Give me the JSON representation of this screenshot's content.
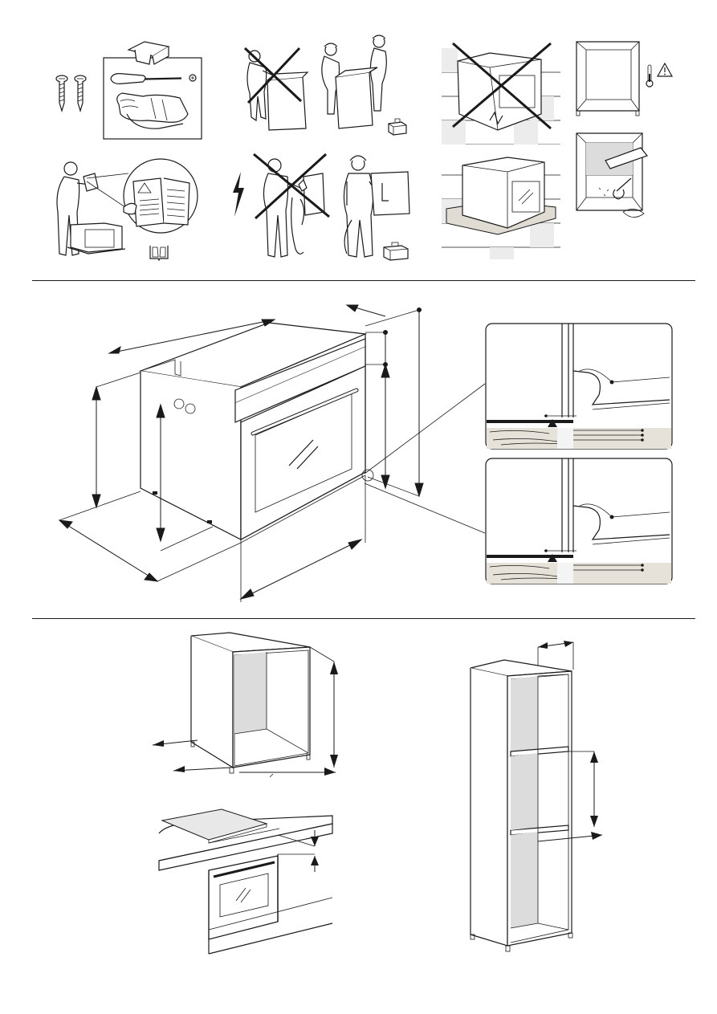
{
  "icons": [
    "screws-icon",
    "screwdriver-icon",
    "gloves-icon",
    "mounting-bracket-icon",
    "person-lifting-alone-crossed-icon",
    "two-persons-lifting-icon",
    "toolbox-icon",
    "person-reading-manual-icon",
    "manual-warning-icon",
    "book-icon",
    "electric-hazard-icon",
    "electrical-work-crossed-icon",
    "electrician-icon",
    "oven-on-tiles-crossed-icon",
    "oven-on-pallet-icon",
    "cabinet-icon",
    "thermometer-icon",
    "warning-triangle-icon",
    "cabinet-cleaning-icon",
    "oven-dimensions-diagram",
    "detail-section-top",
    "detail-section-bottom",
    "base-cabinet-diagram",
    "worktop-hob-oven-diagram",
    "tall-column-cabinet-diagram"
  ],
  "colors": {
    "line": "#1a1a1a",
    "shade": "#dcdcdc",
    "tile": "#ececec",
    "background": "#ffffff"
  }
}
